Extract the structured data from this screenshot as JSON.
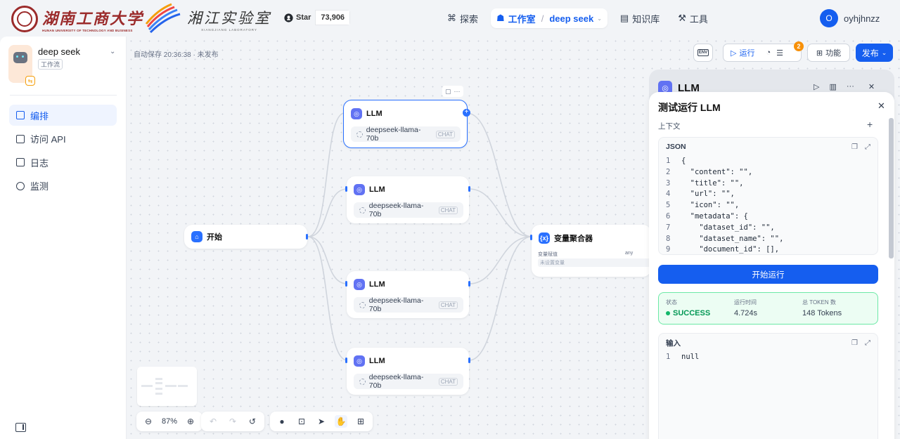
{
  "brand": {
    "univ_cn": "湖南工商大学",
    "univ_en": "HUNAN UNIVERSITY OF TECHNOLOGY AND BUSINESS",
    "lab_cn": "湘江实验室",
    "lab_en": "XIANGJIANG LABORATORY",
    "colors": {
      "univ": "#9b2b2b",
      "accent": "#155eef"
    }
  },
  "github": {
    "label": "Star",
    "count": "73,906",
    "icon": "github-icon"
  },
  "nav": {
    "explore": "探索",
    "studio": "工作室",
    "studio_app": "deep seek",
    "knowledge": "知识库",
    "tools": "工具"
  },
  "user": {
    "initial": "O",
    "name": "oyhjhnzz"
  },
  "app": {
    "name": "deep seek",
    "type": "工作流"
  },
  "sidebar": {
    "items": [
      {
        "label": "编排",
        "icon": "grid-icon"
      },
      {
        "label": "访问 API",
        "icon": "terminal-icon"
      },
      {
        "label": "日志",
        "icon": "list-icon"
      },
      {
        "label": "监测",
        "icon": "gauge-icon"
      }
    ]
  },
  "autosave": "自动保存 20:36:38 · 未发布",
  "toolbar": {
    "env": "ENV",
    "run": "运行",
    "badge": "2",
    "features": "功能",
    "publish": "发布"
  },
  "nodes": {
    "start": "开始",
    "llm_title": "LLM",
    "model": "deepseek-llama-70b",
    "mode": "CHAT",
    "aggregator": "变量聚合器",
    "agg_sub": "变量赋值",
    "agg_any": "any",
    "agg_empty": "未设置变量"
  },
  "zoom": "87%",
  "panel": {
    "back_title": "LLM",
    "title": "测试运行 LLM",
    "context_label": "上下文",
    "json_label": "JSON",
    "code_lines": [
      {
        "n": "1",
        "t": "{"
      },
      {
        "n": "2",
        "t": "  \"content\": \"\","
      },
      {
        "n": "3",
        "t": "  \"title\": \"\","
      },
      {
        "n": "4",
        "t": "  \"url\": \"\","
      },
      {
        "n": "5",
        "t": "  \"icon\": \"\","
      },
      {
        "n": "6",
        "t": "  \"metadata\": {"
      },
      {
        "n": "7",
        "t": "    \"dataset_id\": \"\","
      },
      {
        "n": "8",
        "t": "    \"dataset_name\": \"\","
      },
      {
        "n": "9",
        "t": "    \"document_id\": [],"
      }
    ],
    "run_button": "开始运行",
    "status_label": "状态",
    "status_value": "SUCCESS",
    "time_label": "运行时间",
    "time_value": "4.724s",
    "token_label": "总 TOKEN 数",
    "token_value": "148 Tokens",
    "input_label": "输入",
    "input_line_no": "1",
    "input_value": "null"
  }
}
